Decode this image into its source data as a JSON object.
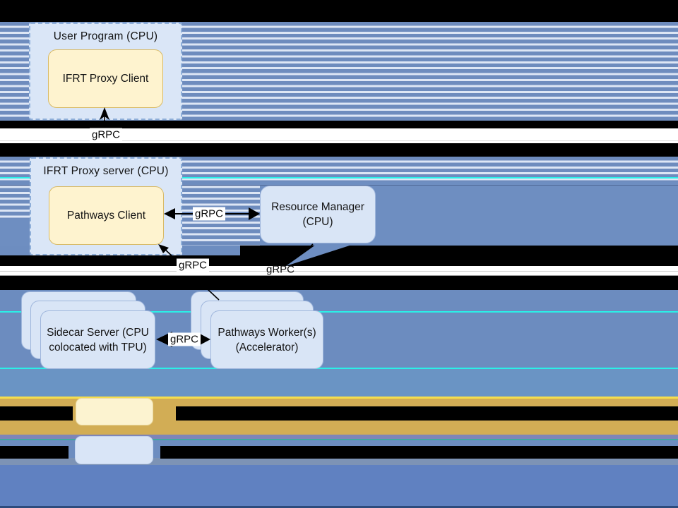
{
  "diagram": {
    "grpc_label": "gRPC",
    "user_program": {
      "title": "User Program (CPU)",
      "client": "IFRT Proxy Client"
    },
    "proxy_server": {
      "title": "IFRT Proxy server (CPU)",
      "client": "Pathways Client"
    },
    "resource_manager": {
      "line1": "Resource Manager",
      "line2": "(CPU)"
    },
    "sidecar_stack": {
      "line1": "Sidecar Server (CPU",
      "line2": "colocated with TPU)"
    },
    "worker_stack": {
      "line1": "Pathways Worker(s)",
      "line2": "(Accelerator)"
    }
  },
  "legend": {
    "items": [
      {
        "swatch": "yellow",
        "swatch_color": "#FCF3D0",
        "label_redacted": true
      },
      {
        "swatch": "blue",
        "swatch_color": "#D9E5F7",
        "label_redacted": true
      }
    ]
  },
  "colors": {
    "stripe_blue": "#6E8CBE",
    "stripe_light": "#DDE6F5",
    "solid_blue_mid": "#6E8EC1",
    "solid_blue_low": "#6C8CBF",
    "steel_blue": "#6A94C4",
    "bottom_blue": "#6081C1",
    "gold_band": "#D2AD55",
    "yellow_line": "#F6DE4D",
    "cyan_glitch": "#2BEFE7",
    "teal_glitch": "#3FA8A0",
    "slate_band": "#7E85B8",
    "navy_bottom": "#2E4B7D",
    "container_fill": "#DAE6F7",
    "container_border": "#8FAFD9",
    "node_fill": "#D9E5F6",
    "node_border": "#9FB6DC",
    "accent_fill": "#FEF3CF",
    "accent_border": "#D8BA66"
  }
}
